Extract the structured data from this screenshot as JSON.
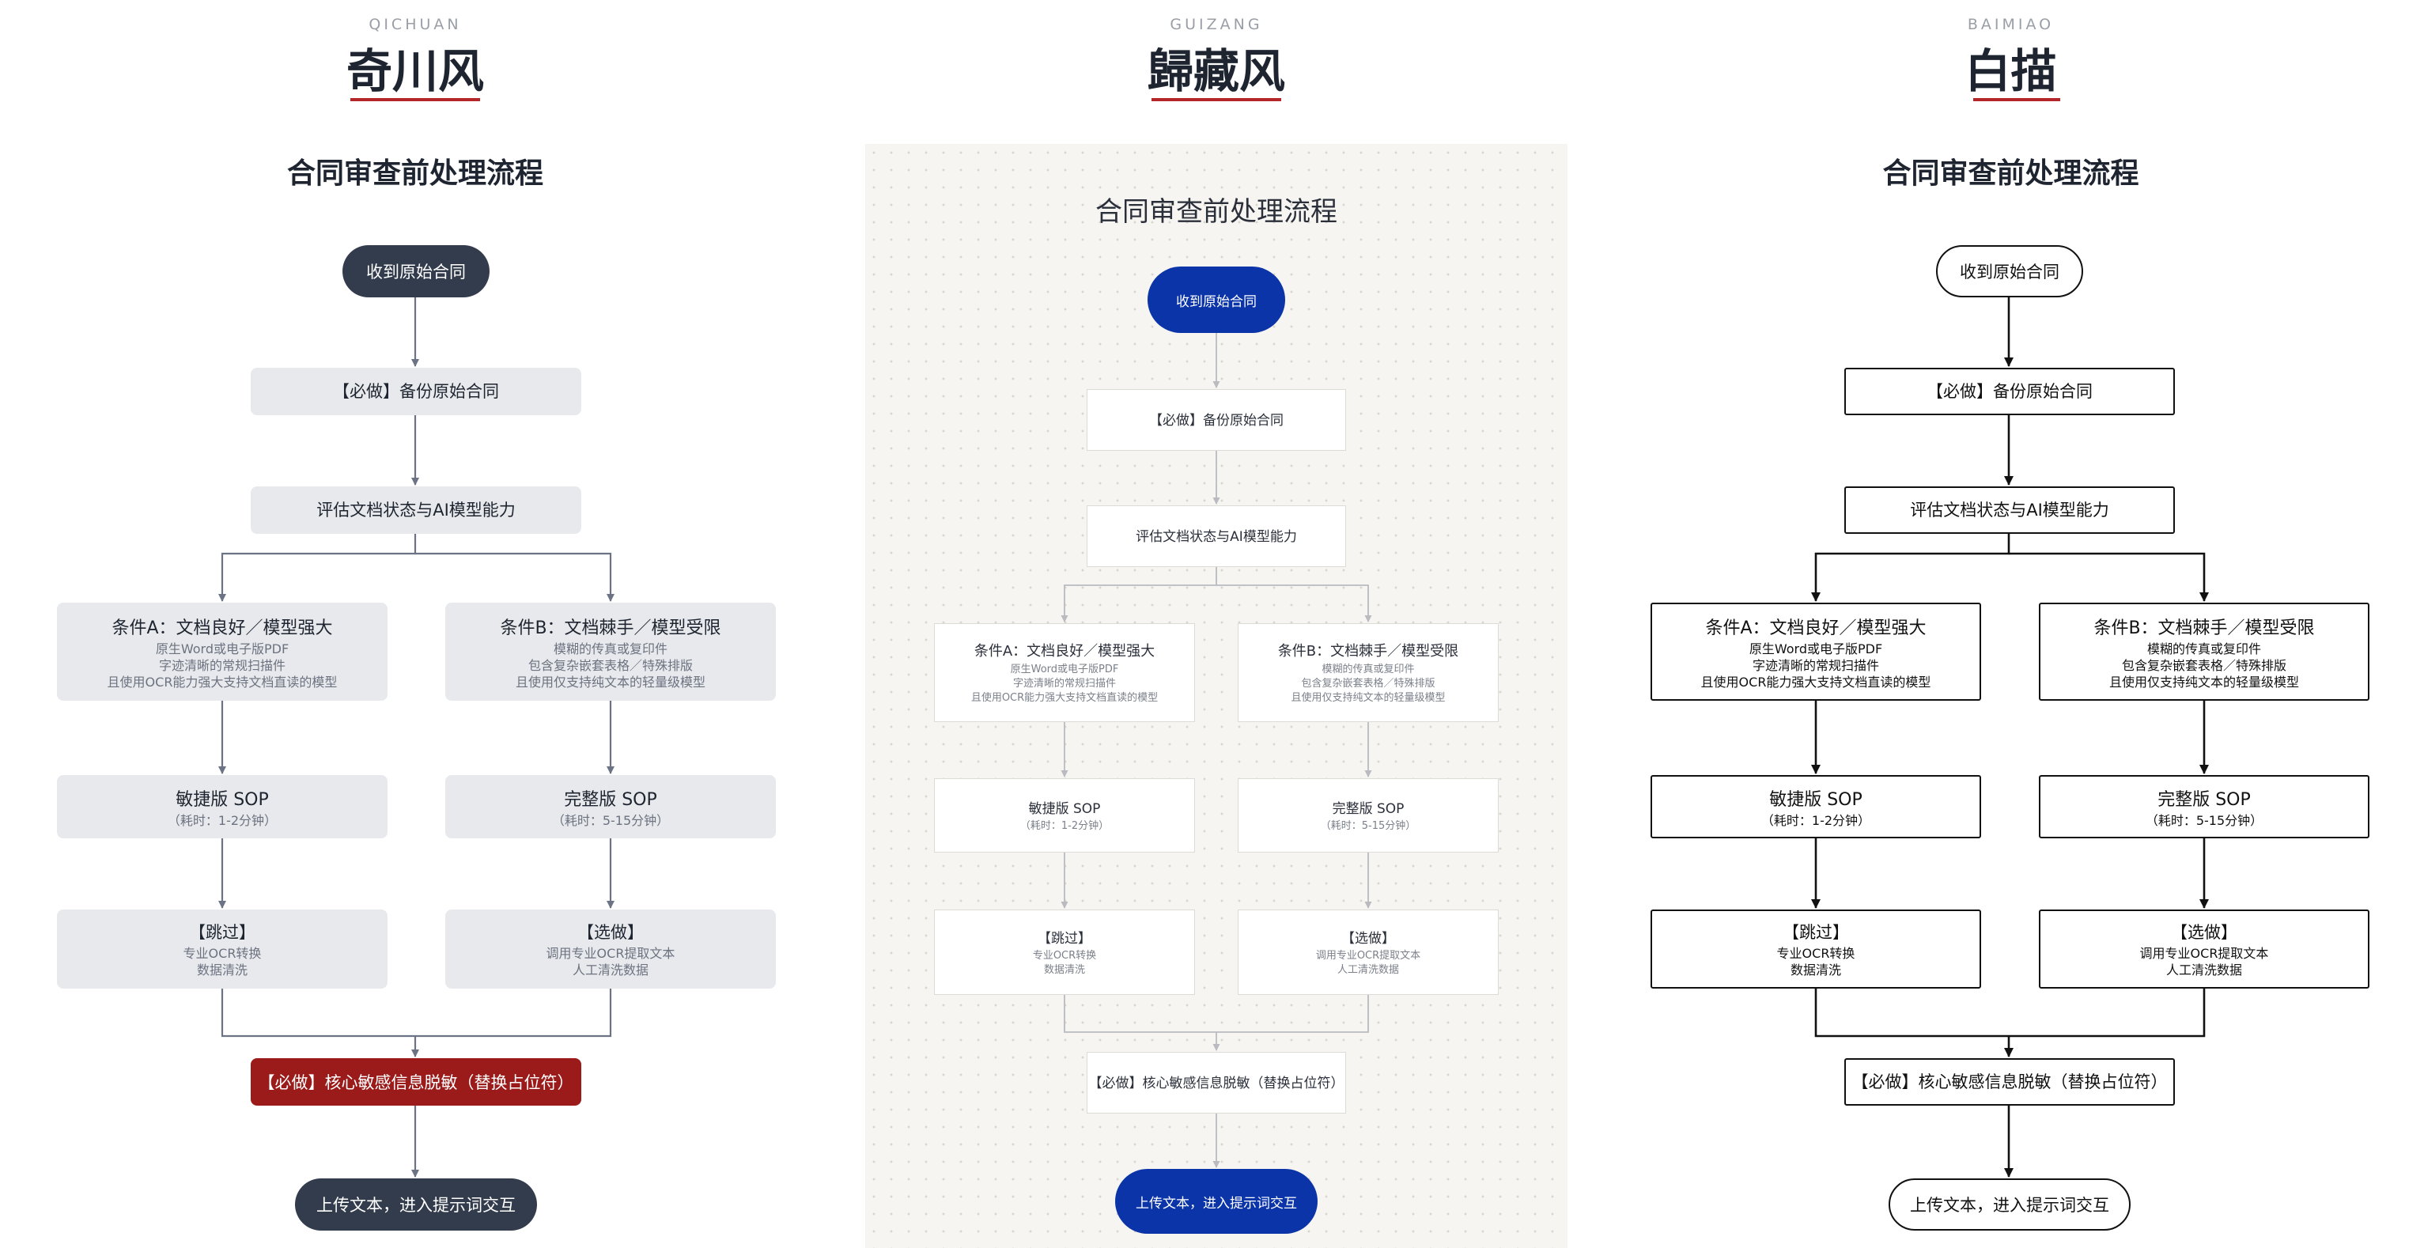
{
  "panels": [
    {
      "code": "QICHUAN",
      "name": "奇川风",
      "flowchart": {
        "title": "合同审查前处理流程",
        "start": "收到原始合同",
        "backup": "【必做】备份原始合同",
        "evaluate": "评估文档状态与AI模型能力",
        "condition_a": {
          "title": "条件A：文档良好／模型强大",
          "lines": [
            "原生Word或电子版PDF",
            "字迹清晰的常规扫描件",
            "且使用OCR能力强大支持文档直读的模型"
          ]
        },
        "condition_b": {
          "title": "条件B：文档棘手／模型受限",
          "lines": [
            "模糊的传真或复印件",
            "包含复杂嵌套表格／特殊排版",
            "且使用仅支持纯文本的轻量级模型"
          ]
        },
        "sop_a": {
          "title": "敏捷版 SOP",
          "sub": "（耗时：1-2分钟）"
        },
        "sop_b": {
          "title": "完整版 SOP",
          "sub": "（耗时：5-15分钟）"
        },
        "step_a": {
          "title": "【跳过】",
          "lines": [
            "专业OCR转换",
            "数据清洗"
          ]
        },
        "step_b": {
          "title": "【选做】",
          "lines": [
            "调用专业OCR提取文本",
            "人工清洗数据"
          ]
        },
        "desensitize": "【必做】核心敏感信息脱敏（替换占位符）",
        "end": "上传文本，进入提示词交互"
      }
    },
    {
      "code": "GUIZANG",
      "name": "歸藏风",
      "flowchart": {
        "title": "合同审查前处理流程",
        "start": "收到原始合同",
        "backup": "【必做】备份原始合同",
        "evaluate": "评估文档状态与AI模型能力",
        "condition_a": {
          "title": "条件A：文档良好／模型强大",
          "lines": [
            "原生Word或电子版PDF",
            "字迹清晰的常规扫描件",
            "且使用OCR能力强大支持文档直读的模型"
          ]
        },
        "condition_b": {
          "title": "条件B：文档棘手／模型受限",
          "lines": [
            "模糊的传真或复印件",
            "包含复杂嵌套表格／特殊排版",
            "且使用仅支持纯文本的轻量级模型"
          ]
        },
        "sop_a": {
          "title": "敏捷版 SOP",
          "sub": "（耗时：1-2分钟）"
        },
        "sop_b": {
          "title": "完整版 SOP",
          "sub": "（耗时：5-15分钟）"
        },
        "step_a": {
          "title": "【跳过】",
          "lines": [
            "专业OCR转换",
            "数据清洗"
          ]
        },
        "step_b": {
          "title": "【选做】",
          "lines": [
            "调用专业OCR提取文本",
            "人工清洗数据"
          ]
        },
        "desensitize": "【必做】核心敏感信息脱敏（替换占位符）",
        "end": "上传文本，进入提示词交互"
      }
    },
    {
      "code": "BAIMIAO",
      "name": "白描",
      "flowchart": {
        "title": "合同审查前处理流程",
        "start": "收到原始合同",
        "backup": "【必做】备份原始合同",
        "evaluate": "评估文档状态与AI模型能力",
        "condition_a": {
          "title": "条件A：文档良好／模型强大",
          "lines": [
            "原生Word或电子版PDF",
            "字迹清晰的常规扫描件",
            "且使用OCR能力强大支持文档直读的模型"
          ]
        },
        "condition_b": {
          "title": "条件B：文档棘手／模型受限",
          "lines": [
            "模糊的传真或复印件",
            "包含复杂嵌套表格／特殊排版",
            "且使用仅支持纯文本的轻量级模型"
          ]
        },
        "sop_a": {
          "title": "敏捷版 SOP",
          "sub": "（耗时：1-2分钟）"
        },
        "sop_b": {
          "title": "完整版 SOP",
          "sub": "（耗时：5-15分钟）"
        },
        "step_a": {
          "title": "【跳过】",
          "lines": [
            "专业OCR转换",
            "数据清洗"
          ]
        },
        "step_b": {
          "title": "【选做】",
          "lines": [
            "调用专业OCR提取文本",
            "人工清洗数据"
          ]
        },
        "desensitize": "【必做】核心敏感信息脱敏（替换占位符）",
        "end": "上传文本，进入提示词交互"
      }
    }
  ],
  "colors": {
    "qichuan_dark": "#333c4c",
    "qichuan_box": "#e7e9ec",
    "qichuan_red": "#9b1b1b",
    "guizang_blue": "#0a34a8",
    "baimiao_line": "#111111",
    "title_underline": "#b5262a"
  }
}
